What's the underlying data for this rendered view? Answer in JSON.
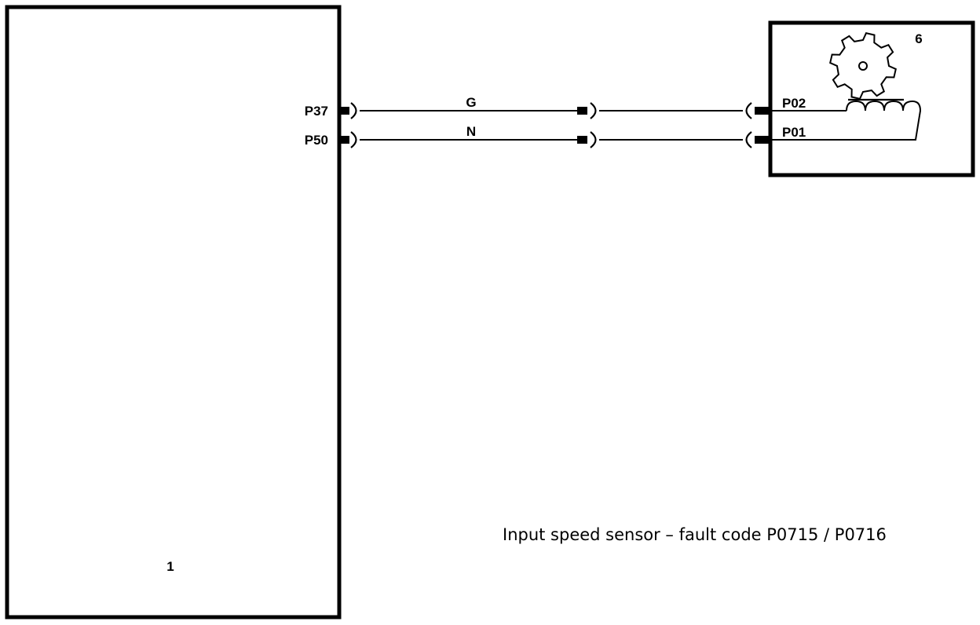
{
  "diagram": {
    "caption": "Input speed sensor – fault code P0715 / P0716",
    "components": [
      {
        "id": "1",
        "label": "1",
        "description": "control module"
      },
      {
        "id": "6",
        "label": "6",
        "description": "input speed sensor"
      }
    ],
    "control_module_pins": [
      {
        "label": "P37"
      },
      {
        "label": "P50"
      }
    ],
    "sensor_pins": [
      {
        "label": "P02"
      },
      {
        "label": "P01"
      }
    ],
    "wires": [
      {
        "color_code": "G",
        "from": "P37",
        "to": "P02"
      },
      {
        "color_code": "N",
        "from": "P50",
        "to": "P01"
      }
    ],
    "sensor_symbols": [
      "toothed-wheel",
      "pickup-coil"
    ],
    "colors": {
      "ink": "#000000",
      "background": "#ffffff"
    }
  }
}
